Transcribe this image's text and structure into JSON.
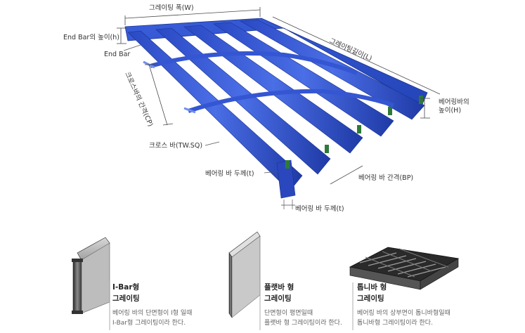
{
  "diagram": {
    "labels": {
      "grating_width": "그레이팅 폭(W)",
      "end_bar_height": "End Bar의 높이(h)",
      "end_bar": "End Bar",
      "grating_length": "그레이팅길이(L)",
      "cross_bar_pitch": "크로스바의 간격(CP)",
      "bearing_bar_height_1": "베어링바의",
      "bearing_bar_height_2": "높이(H)",
      "cross_bar": "크로스 바(TW.SQ)",
      "bearing_bar_thickness_top": "베어링 바 두께(t)",
      "bearing_bar_pitch": "베어링 바 간격(BP)",
      "bearing_bar_thickness_bottom": "베어링 바 두께(t)"
    },
    "colors": {
      "grating_blue": "#3b5fd9",
      "grating_dark": "#1d3aa8",
      "grating_light": "#6f8ef0",
      "end_cap": "#2f7a3a"
    }
  },
  "types": [
    {
      "icon": "i-bar-icon",
      "title_1": "I-Bar형",
      "title_2": "그레이팅",
      "desc_1": "베어링 바의 단면형이 I형 일때",
      "desc_2": "I-Bar형 그레이팅이라 한다."
    },
    {
      "icon": "flat-bar-icon",
      "title_1": "플랫바 형",
      "title_2": "그레이팅",
      "desc_1": "단면형이 평면일때",
      "desc_2": "플랫바 형 그레이팅이라 한다."
    },
    {
      "icon": "serrated-bar-icon",
      "title_1": "톱니바 형",
      "title_2": "그레이팅",
      "desc_1": "베어링 바의 상부면이 톱니바형일때",
      "desc_2": "톱니바형 그레이팅이라 한다."
    }
  ]
}
